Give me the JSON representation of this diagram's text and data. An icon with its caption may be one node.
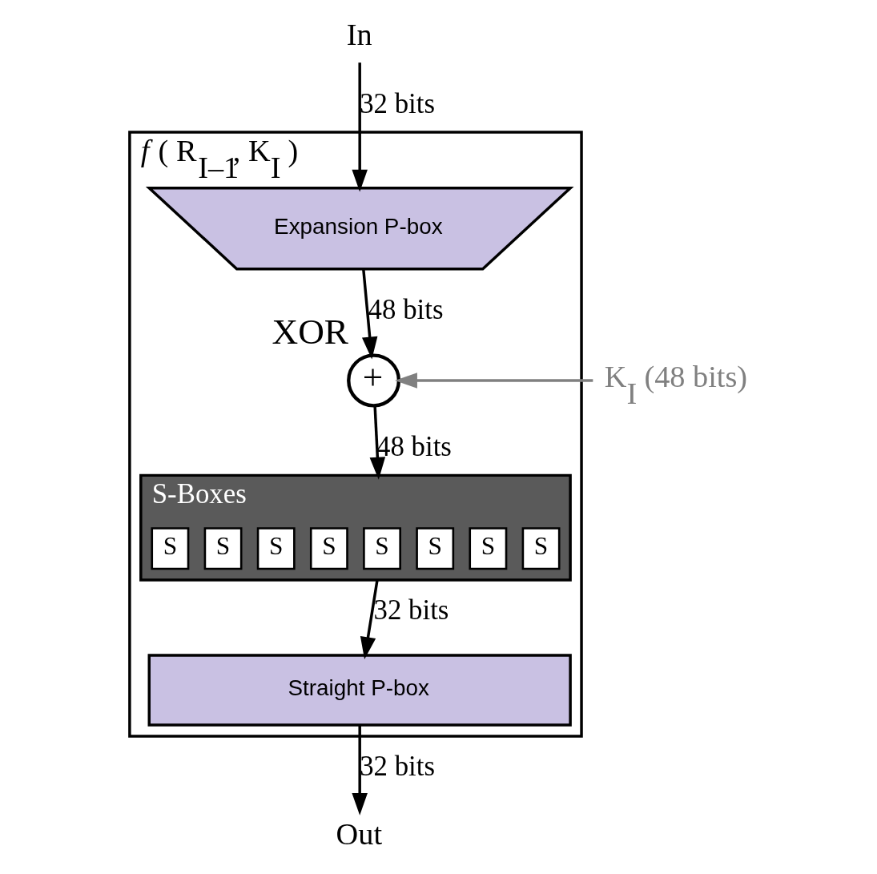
{
  "diagram": {
    "nodes": [
      {
        "text": [
          "*f* ( R$_{I–1}$, K$_{I}$ )"
        ]
      },
      {
        "text": [
          "In"
        ]
      },
      {
        "text": [
          "Expansion P-box"
        ],
        "in": 0
      },
      {
        "text": [
          "+"
        ],
        "in": 0,
        "beside": [
          "XOR"
        ]
      },
      {
        "text": [
          "K$_{I}$ (48 bits)"
        ]
      },
      {
        "text": [
          "S-Boxes"
        ],
        "in": 0
      },
      {
        "text": [
          "S"
        ],
        "in": 5
      },
      {
        "text": [
          "S"
        ],
        "in": 5
      },
      {
        "text": [
          "S"
        ],
        "in": 5
      },
      {
        "text": [
          "S"
        ],
        "in": 5
      },
      {
        "text": [
          "S"
        ],
        "in": 5
      },
      {
        "text": [
          "S"
        ],
        "in": 5
      },
      {
        "text": [
          "S"
        ],
        "in": 5
      },
      {
        "text": [
          "S"
        ],
        "in": 5
      },
      {
        "text": [
          "Straight P-box"
        ],
        "in": 0
      },
      {
        "text": [
          "Out"
        ]
      }
    ],
    "edges": [
      {
        "from": 1,
        "to": 2,
        "arrow": "to",
        "label": "32 bits"
      },
      {
        "from": 2,
        "to": 3,
        "arrow": "to",
        "label": "48 bits"
      },
      {
        "from": 4,
        "to": 3,
        "arrow": "to",
        "color": "#808080"
      },
      {
        "from": 3,
        "to": 5,
        "arrow": "to",
        "label": "48 bits"
      },
      {
        "from": 5,
        "to": 14,
        "arrow": "to",
        "label": "32 bits"
      },
      {
        "from": 14,
        "to": 15,
        "arrow": "to",
        "label": "32 bits"
      }
    ]
  }
}
